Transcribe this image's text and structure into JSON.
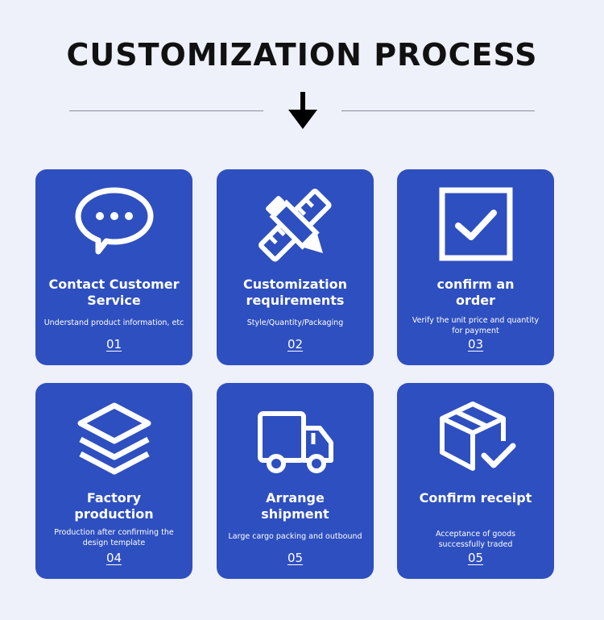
{
  "header": {
    "title": "CUSTOMIZATION PROCESS"
  },
  "steps": [
    {
      "title": "Contact Customer Service",
      "desc": "Understand product information, etc",
      "num": "01",
      "icon": "chat-bubble-icon"
    },
    {
      "title": "Customization requirements",
      "desc": "Style/Quantity/Packaging",
      "num": "02",
      "icon": "pencil-ruler-icon"
    },
    {
      "title": "confirm an order",
      "desc": "Verify the unit price and quantity for payment",
      "num": "03",
      "icon": "checkbox-icon"
    },
    {
      "title": "Factory production",
      "desc": "Production after confirming the design template",
      "num": "04",
      "icon": "layers-icon"
    },
    {
      "title": "Arrange shipment",
      "desc": "Large cargo packing and outbound",
      "num": "05",
      "icon": "truck-icon"
    },
    {
      "title": "Confirm receipt",
      "desc": "Acceptance of goods successfully traded",
      "num": "05",
      "icon": "box-check-icon"
    }
  ]
}
